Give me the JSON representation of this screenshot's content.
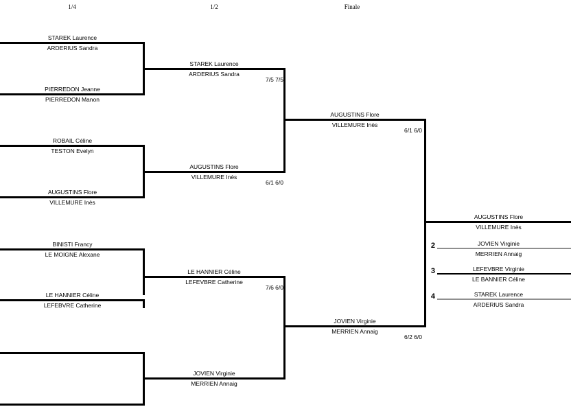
{
  "headers": [
    {
      "label": "1/4"
    },
    {
      "label": "1/2"
    },
    {
      "label": "Finale"
    }
  ],
  "bracket": {
    "quarterfinals": [
      {
        "top": [
          "STAREK Laurence",
          "ARDERIUS Sandra"
        ],
        "bottom": [
          "PIERREDON Jeanne",
          "PIERREDON Manon"
        ]
      },
      {
        "top": [
          "ROBAIL Céline",
          "TESTON Evelyn"
        ],
        "bottom": [
          "AUGUSTINS Flore",
          "VILLEMURE Inès"
        ]
      },
      {
        "top": [
          "BINISTI Francy",
          "LE MOIGNE Alexane"
        ],
        "bottom": [
          "LE HANNIER Céline",
          "LEFEBVRE Catherine"
        ]
      },
      {
        "top": [
          "",
          ""
        ],
        "bottom": [
          "",
          ""
        ]
      }
    ],
    "semifinals": [
      {
        "names": [
          "STAREK Laurence",
          "ARDERIUS Sandra"
        ],
        "score": "7/5 7/5"
      },
      {
        "names": [
          "AUGUSTINS Flore",
          "VILLEMURE Inès"
        ],
        "score": "6/1 6/0"
      },
      {
        "names": [
          "LE HANNIER Céline",
          "LEFEVBRE Catherine"
        ],
        "score": "7/6 6/0"
      },
      {
        "names": [
          "JOVIEN Virginie",
          "MERRIEN Annaig"
        ],
        "score": ""
      }
    ],
    "finalists": [
      {
        "names": [
          "AUGUSTINS Flore",
          "VILLEMURE Inès"
        ],
        "score": "6/1 6/0"
      },
      {
        "names": [
          "JOVIEN Virginie",
          "MERRIEN Annaig"
        ],
        "score": "6/2 6/0"
      }
    ],
    "winner": {
      "names": [
        "AUGUSTINS Flore",
        "VILLEMURE Inès"
      ]
    },
    "rankings": [
      {
        "rank": "2",
        "names": [
          "JOVIEN Virginie",
          "MERRIEN Annaig"
        ]
      },
      {
        "rank": "3",
        "names": [
          "LEFEVBRE Virginie",
          "LE BANNIER Céline"
        ]
      },
      {
        "rank": "4",
        "names": [
          "STAREK Laurence",
          "ARDERIUS Sandra"
        ]
      }
    ]
  },
  "colors": {
    "line_black": "#000000",
    "line_gray": "#8f8f8f",
    "background": "#ffffff"
  }
}
